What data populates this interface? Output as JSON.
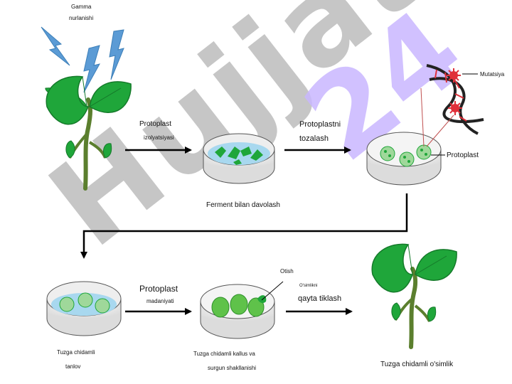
{
  "labels": {
    "gamma": [
      "Gamma",
      "nurlanishi"
    ],
    "step1": [
      "Protoplast",
      "izolyatsiyasi"
    ],
    "enzyme": "Ferment bilan davolash",
    "step2": [
      "Protoplastni",
      "tozalash"
    ],
    "mutation": "Mutatsiya",
    "protoplast": "Protoplast",
    "selection": [
      "Tuzga chidamli",
      "tanlov"
    ],
    "step3": [
      "Protoplast",
      "madaniyati"
    ],
    "shoot": "Otish",
    "callus": [
      "Tuzga chidamli kallus va",
      "surgun shakllanishi"
    ],
    "regen": [
      "O'simlikni",
      "qayta tiklash"
    ],
    "final": "Tuzga chidamli o'simlik"
  },
  "watermark": {
    "text": "Hujjat",
    "number": "24"
  },
  "colors": {
    "leaf": "#1fa63a",
    "leaf_dark": "#157a2a",
    "stem": "#5b7f2e",
    "lightning": "#5b9bd5",
    "dish_rim": "#d5d5d5",
    "dish_liquid": "#a8d8ef",
    "dna_red": "#e0303a",
    "link": "#c05050"
  },
  "icons": [
    "lightning-icon",
    "plant-icon",
    "petri-dish-icon",
    "dna-icon",
    "arrow-icon"
  ]
}
